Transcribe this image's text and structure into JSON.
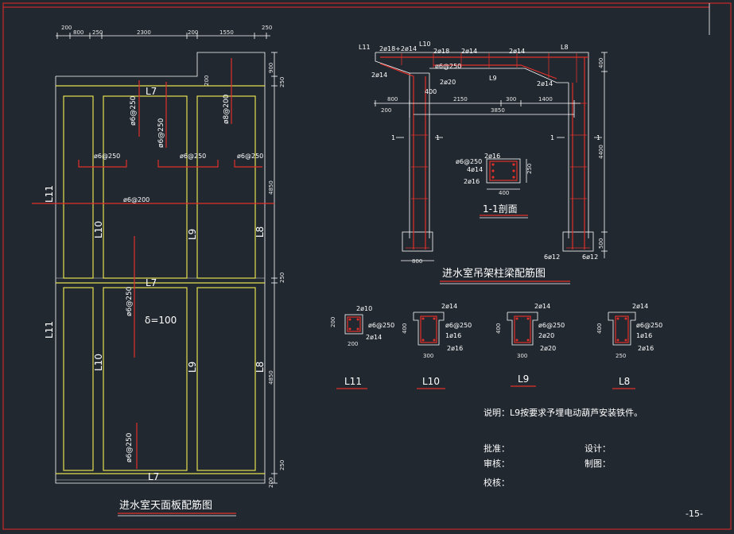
{
  "plan": {
    "title": "进水室天面板配筋图",
    "top_dims": [
      "200",
      "800",
      "250",
      "2300",
      "200",
      "1550",
      "250"
    ],
    "right_dims": [
      "900",
      "250",
      "4850",
      "250",
      "4850",
      "250",
      "200"
    ],
    "left_side_dim": "200",
    "labels": {
      "l7_top": "L7",
      "l7_mid": "L7",
      "l7_bot": "L7",
      "l11_top": "L11",
      "l11_bot": "L11",
      "l10_top": "L10",
      "l10_bot": "L10",
      "l9_top": "L9",
      "l9_bot": "L9",
      "l8_top": "L8",
      "l8_bot": "L8"
    },
    "rebars": {
      "v1": "ø6@250",
      "v2": "ø6@250",
      "v3": "ø8@200",
      "h1": "ø6@250",
      "h2": "ø6@250",
      "h3": "ø6@250",
      "h4": "ø6@200",
      "v4": "ø6@250",
      "v5": "ø6@250"
    },
    "thickness": "δ=100"
  },
  "frame": {
    "title": "进水室吊架柱梁配筋图",
    "labels": {
      "l11": "L11",
      "l10": "L10",
      "l8": "L8",
      "l9": "L9",
      "top1": "2ø18+2ø14",
      "top2": "2ø18",
      "top3": "2ø14",
      "top4": "2ø14",
      "left1": "2ø14",
      "mid1": "ø6@250",
      "mid2": "2ø20",
      "right1": "2ø14",
      "col": "400",
      "foot_l": "6ø12",
      "foot_r": "6ø12"
    },
    "dims": {
      "a": "800",
      "b": "2150",
      "c": "300",
      "d": "1400",
      "e": "3850",
      "f": "200",
      "g": "400",
      "h": "4400",
      "i": "500",
      "base": "800"
    },
    "section_marks": [
      "1",
      "1",
      "1",
      "1"
    ],
    "section": {
      "title": "1-1剖面",
      "r1": "ø6@250",
      "r2": "2ø16",
      "r3": "4ø14",
      "r4": "2ø16",
      "w": "400",
      "h": "250"
    }
  },
  "beams": [
    {
      "name": "L11",
      "r1": "2ø10",
      "r2": "ø6@250",
      "r3": "2ø14",
      "h": "200",
      "w": "200"
    },
    {
      "name": "L10",
      "r1": "2ø14",
      "r2": "ø6@250",
      "r3": "1ø16",
      "r4": "2ø16",
      "h": "400",
      "w": "300"
    },
    {
      "name": "L9",
      "r1": "2ø14",
      "r2": "ø6@250",
      "r3": "2ø20",
      "r4": "2ø20",
      "h": "400",
      "w": "300"
    },
    {
      "name": "L8",
      "r1": "2ø14",
      "r2": "ø6@250",
      "r3": "1ø16",
      "r4": "2ø16",
      "h": "400",
      "w": "250"
    }
  ],
  "note": "说明：L9按要求予埋电动葫芦安装铁件。",
  "signoff": {
    "approve": "批准：",
    "design": "设计：",
    "review": "审核：",
    "draw": "制图：",
    "check": "校核："
  },
  "page_number": "-15-",
  "colors": {
    "background": "#212830",
    "rebar": "#e0302a",
    "beam_outline": "#e3e050",
    "line": "#ffffff"
  }
}
